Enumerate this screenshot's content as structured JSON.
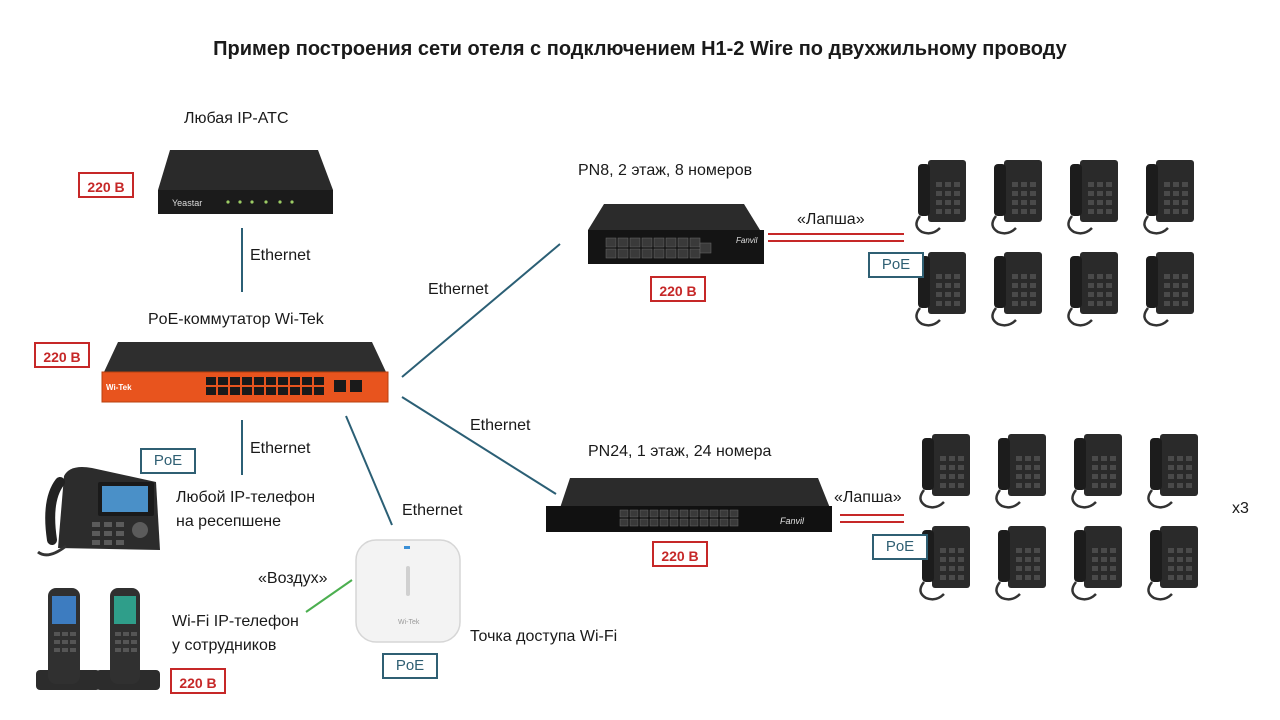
{
  "title": "Пример построения сети отеля с подключением H1-2 Wire по двухжильному проводу",
  "pbx": {
    "label": "Любая IP-АТС",
    "power": "220 В",
    "brand": "Yeastar"
  },
  "poe_switch": {
    "label": "PoE-коммутатор Wi-Tek",
    "power": "220 В",
    "brand": "Wi-Tek"
  },
  "pn8": {
    "label": "PN8, 2 этаж, 8 номеров",
    "power": "220 В",
    "brand": "Fanvil"
  },
  "pn24": {
    "label": "PN24, 1 этаж, 24 номера",
    "power": "220 В",
    "brand": "Fanvil"
  },
  "reception_phone": {
    "label": "Любой IP-телефон\nна ресепшене",
    "poe": "PoE"
  },
  "wifi_phone": {
    "label": "Wi-Fi IP-телефон\nу сотрудников",
    "power": "220 В"
  },
  "access_point": {
    "label": "Точка доступа Wi-Fi",
    "poe": "PoE",
    "air": "«Воздух»",
    "brand": "Wi-Tek"
  },
  "links": {
    "pbx_switch": "Ethernet",
    "switch_pn8": "Ethernet",
    "switch_pn24": "Ethernet",
    "switch_phone": "Ethernet",
    "switch_ap": "Ethernet"
  },
  "floor2": {
    "wire": "«Лапша»",
    "poe": "PoE"
  },
  "floor1": {
    "wire": "«Лапша»",
    "poe": "PoE",
    "multiplier": "x3"
  },
  "colors": {
    "network_line": "#2b5f75",
    "wire_line": "#c62828",
    "air_line": "#4caf50",
    "switch_orange": "#e8541e"
  }
}
